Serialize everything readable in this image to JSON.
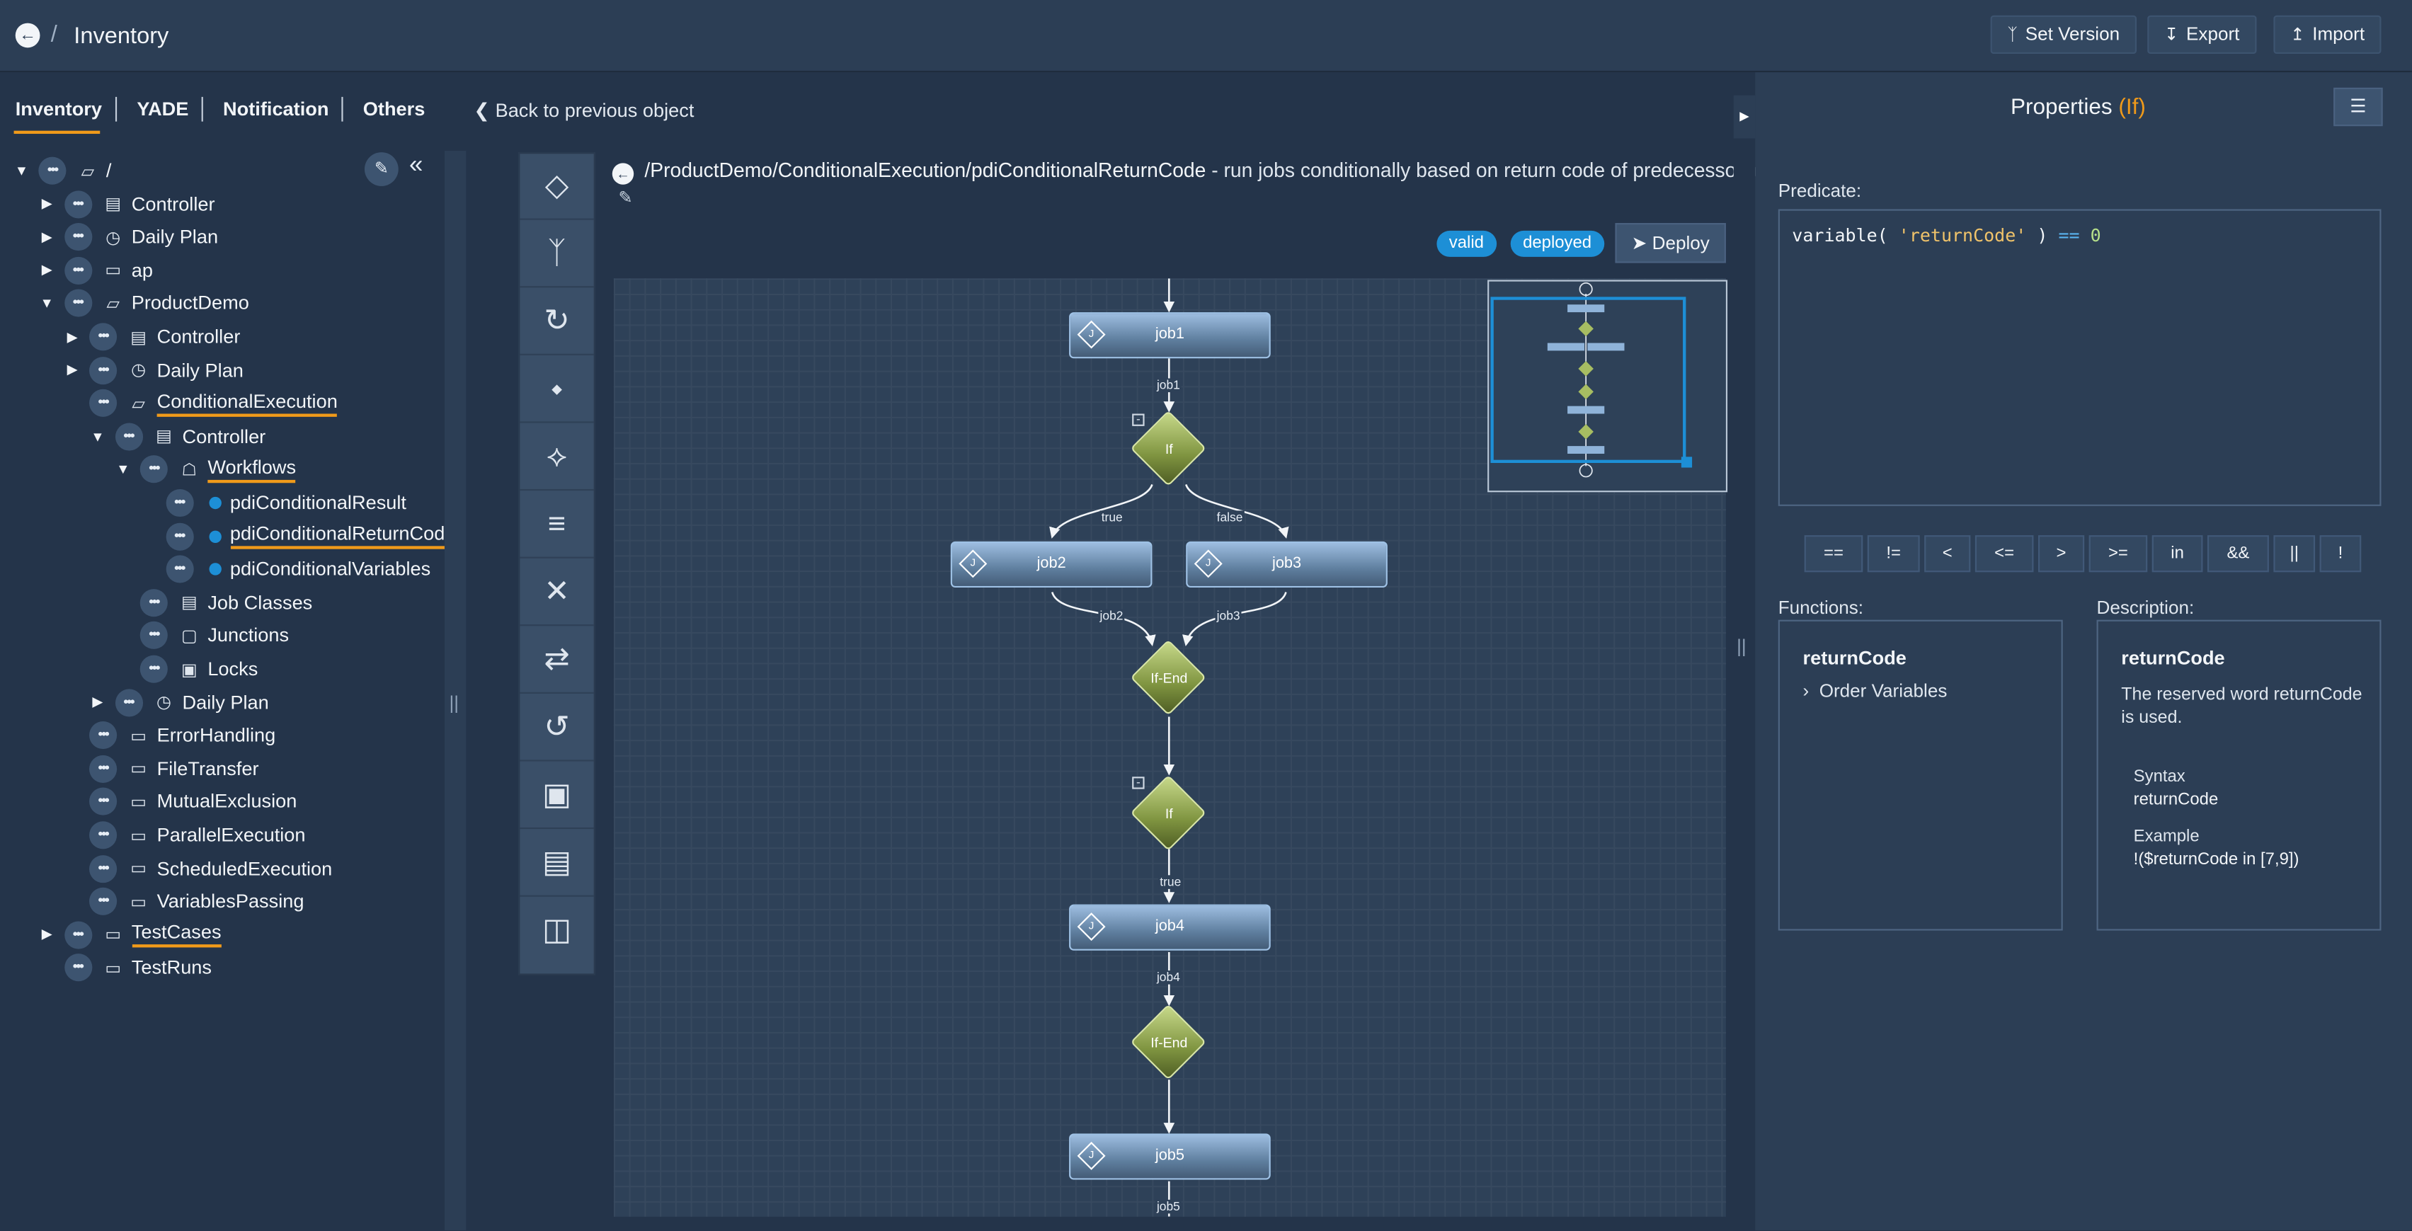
{
  "header": {
    "title": "Inventory",
    "separator": "/",
    "set_version": "Set Version",
    "export": "Export",
    "import": "Import"
  },
  "tabs": [
    "Inventory",
    "YADE",
    "Notification",
    "Others"
  ],
  "back_to_previous": "Back to previous object",
  "tree": [
    {
      "label": "/",
      "icon": "folder-open-icon",
      "caret": "▼",
      "level": 0
    },
    {
      "label": "Controller",
      "icon": "controller-icon",
      "caret": "▶",
      "level": 1
    },
    {
      "label": "Daily Plan",
      "icon": "calendar-icon",
      "caret": "▶",
      "level": 1
    },
    {
      "label": "ap",
      "icon": "folder-icon",
      "caret": "▶",
      "level": 1
    },
    {
      "label": "ProductDemo",
      "icon": "folder-open-icon",
      "caret": "▼",
      "level": 1
    },
    {
      "label": "Controller",
      "icon": "controller-icon",
      "caret": "▶",
      "level": 2
    },
    {
      "label": "Daily Plan",
      "icon": "calendar-icon",
      "caret": "▶",
      "level": 2
    },
    {
      "label": "ConditionalExecution",
      "icon": "folder-open-icon",
      "caret": "",
      "level": 2,
      "underline": true
    },
    {
      "label": "Controller",
      "icon": "controller-icon",
      "caret": "▼",
      "level": 3
    },
    {
      "label": "Workflows",
      "icon": "workflow-icon",
      "caret": "▼",
      "level": 4,
      "underline": true
    },
    {
      "label": "pdiConditionalResult",
      "bullet": true,
      "level": 5
    },
    {
      "label": "pdiConditionalReturnCode",
      "bullet": true,
      "level": 5,
      "underline": true
    },
    {
      "label": "pdiConditionalVariables",
      "bullet": true,
      "level": 5
    },
    {
      "label": "Job Classes",
      "icon": "job-class-icon",
      "caret": "",
      "level": 4
    },
    {
      "label": "Junctions",
      "icon": "junction-icon",
      "caret": "",
      "level": 4
    },
    {
      "label": "Locks",
      "icon": "lock-icon",
      "caret": "",
      "level": 4
    },
    {
      "label": "Daily Plan",
      "icon": "calendar-icon",
      "caret": "▶",
      "level": 3
    },
    {
      "label": "ErrorHandling",
      "icon": "folder-icon",
      "caret": "",
      "level": 2
    },
    {
      "label": "FileTransfer",
      "icon": "folder-icon",
      "caret": "",
      "level": 2
    },
    {
      "label": "MutualExclusion",
      "icon": "folder-icon",
      "caret": "",
      "level": 2
    },
    {
      "label": "ParallelExecution",
      "icon": "folder-icon",
      "caret": "",
      "level": 2
    },
    {
      "label": "ScheduledExecution",
      "icon": "folder-icon",
      "caret": "",
      "level": 2
    },
    {
      "label": "VariablesPassing",
      "icon": "folder-icon",
      "caret": "",
      "level": 2
    },
    {
      "label": "TestCases",
      "icon": "folder-icon",
      "caret": "▶",
      "level": 1,
      "underline": true
    },
    {
      "label": "TestRuns",
      "icon": "folder-icon",
      "caret": "",
      "level": 1
    }
  ],
  "palette": [
    "job-icon",
    "fork-icon",
    "retry-icon",
    "try-icon",
    "if-icon",
    "finish-icon",
    "fail-icon",
    "prompt-icon",
    "cycle-icon",
    "lock-icon",
    "add-order-icon",
    "paste-icon"
  ],
  "workflow": {
    "path": "/ProductDemo/ConditionalExecution/pdiConditionalReturnCode",
    "description": " - run jobs conditionally based on return code of predecessor job",
    "status_valid": "valid",
    "status_deployed": "deployed",
    "deploy_label": "Deploy"
  },
  "graph": {
    "jobs": [
      "job1",
      "job2",
      "job3",
      "job4",
      "job5"
    ],
    "if_label": "If",
    "ifend_label": "If-End",
    "edge_labels": {
      "job1": "job1",
      "true": "true",
      "false": "false",
      "job2": "job2",
      "job3": "job3",
      "true2": "true",
      "job4": "job4",
      "job5": "job5"
    }
  },
  "properties": {
    "title": "Properties",
    "type": "(If)",
    "predicate_label": "Predicate:",
    "predicate": {
      "fn": "variable( ",
      "arg": "'returnCode'",
      "close": " ) ",
      "op": "==",
      "num": " 0"
    },
    "operators": [
      "==",
      "!=",
      "<",
      "<=",
      ">",
      ">=",
      "in",
      "&&",
      "||",
      "!"
    ],
    "functions_label": "Functions:",
    "description_label": "Description:",
    "functions": {
      "title": "returnCode",
      "item": "Order Variables"
    },
    "description": {
      "title": "returnCode",
      "text": "The reserved word returnCode is used.",
      "syntax_label": "Syntax",
      "syntax": "returnCode",
      "example_label": "Example",
      "example": "!($returnCode in [7,9])"
    }
  },
  "colors": {
    "accent": "#f09a1a",
    "badge": "#1d8fd6",
    "background": "#24344a",
    "panel": "#2c3e55"
  }
}
